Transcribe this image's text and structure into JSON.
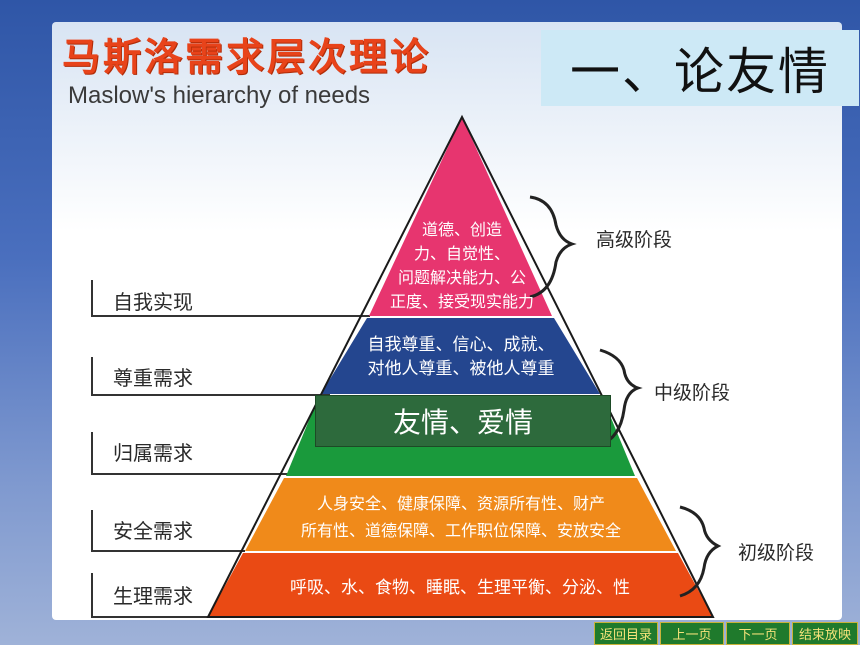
{
  "title_cn": "马斯洛需求层次理论",
  "title_en": "Maslow's hierarchy of needs",
  "heading": "一、论友情",
  "levels": [
    "自我实现",
    "尊重需求",
    "归属需求",
    "安全需求",
    "生理需求"
  ],
  "stages": [
    "高级阶段",
    "中级阶段",
    "初级阶段"
  ],
  "tiers": {
    "self_actualization": [
      "道德、创造",
      "力、自觉性、",
      "问题解决能力、公",
      "正度、接受现实能力"
    ],
    "esteem": [
      "自我尊重、信心、成就、",
      "对他人尊重、被他人尊重"
    ],
    "safety": [
      "人身安全、健康保障、资源所有性、财产",
      "所有性、道德保障、工作职位保障、安放安全"
    ],
    "physiological": [
      "呼吸、水、食物、睡眠、生理平衡、分泌、性"
    ]
  },
  "overlay": "友情、爱情",
  "nav": {
    "back": "返回目录",
    "prev": "上一页",
    "next": "下一页",
    "end": "结束放映"
  },
  "colors": {
    "tier_self": "#e7356f",
    "tier_esteem": "#24468f",
    "tier_belonging": "#1a9a3c",
    "tier_safety": "#f08a1a",
    "tier_physiological": "#ea4a14"
  }
}
